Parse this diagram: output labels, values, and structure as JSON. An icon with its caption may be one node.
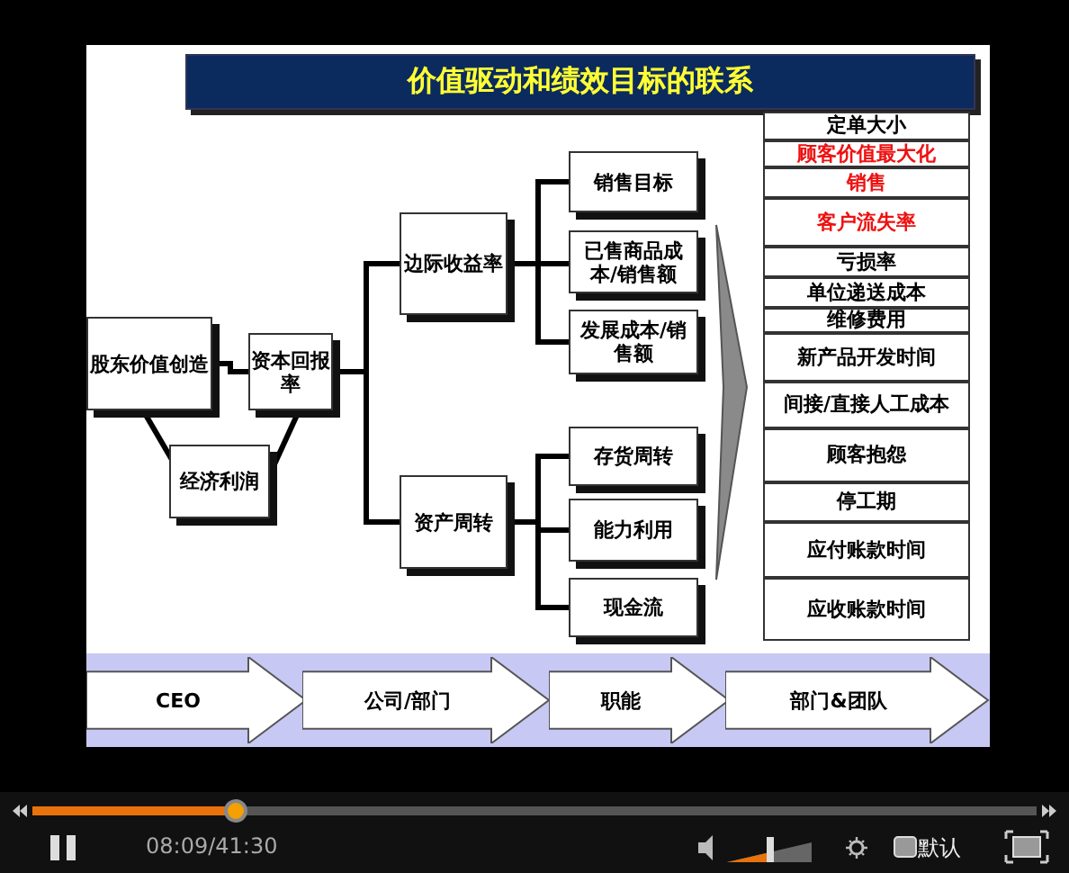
{
  "diagram": {
    "title": "价值驱动和绩效目标的联系",
    "nodes": [
      {
        "text": [
          "股东价值创造"
        ]
      },
      {
        "text": [
          "资本回报率"
        ]
      },
      {
        "text": [
          "经济利润"
        ]
      },
      {
        "text": [
          "边际收益率"
        ]
      },
      {
        "text": [
          "资产周转"
        ]
      },
      {
        "text": [
          "销售目标"
        ]
      },
      {
        "text": [
          "已售商品成本/销售额"
        ]
      },
      {
        "text": [
          "发展成本/销售额"
        ]
      },
      {
        "text": [
          "存货周转"
        ]
      },
      {
        "text": [
          "能力利用"
        ]
      },
      {
        "text": [
          "现金流"
        ]
      },
      {
        "text": [
          "定单大小"
        ]
      },
      {
        "text": [
          "顾客价值最大化"
        ]
      },
      {
        "text": [
          "销售"
        ]
      },
      {
        "text": [
          "客户流失率"
        ]
      },
      {
        "text": [
          "亏损率"
        ]
      },
      {
        "text": [
          "单位递送成本"
        ]
      },
      {
        "text": [
          "维修费用"
        ]
      },
      {
        "text": [
          "新产品开发时间"
        ]
      },
      {
        "text": [
          "间接/直接人工成本"
        ]
      },
      {
        "text": [
          "顾客抱怨"
        ]
      },
      {
        "text": [
          "停工期"
        ]
      },
      {
        "text": [
          "应付账款时间"
        ]
      },
      {
        "text": [
          "应收账款时间"
        ]
      },
      {
        "text": [
          "CEO"
        ]
      },
      {
        "text": [
          "公司/部门"
        ]
      },
      {
        "text": [
          "职能"
        ]
      },
      {
        "text": [
          "部门&团队"
        ]
      }
    ],
    "edges": [
      {
        "from": 0,
        "to": 1,
        "arrow": "none"
      },
      {
        "from": 0,
        "to": 2,
        "arrow": "none"
      },
      {
        "from": 1,
        "to": 2,
        "arrow": "none"
      },
      {
        "from": 1,
        "to": 3,
        "arrow": "none"
      },
      {
        "from": 1,
        "to": 4,
        "arrow": "none"
      },
      {
        "from": 3,
        "to": 5,
        "arrow": "none"
      },
      {
        "from": 3,
        "to": 6,
        "arrow": "none"
      },
      {
        "from": 3,
        "to": 7,
        "arrow": "none"
      },
      {
        "from": 4,
        "to": 8,
        "arrow": "none"
      },
      {
        "from": 4,
        "to": 9,
        "arrow": "none"
      },
      {
        "from": 4,
        "to": 10,
        "arrow": "none"
      }
    ],
    "labels": [
      "08:09/41:30",
      "默认"
    ]
  }
}
